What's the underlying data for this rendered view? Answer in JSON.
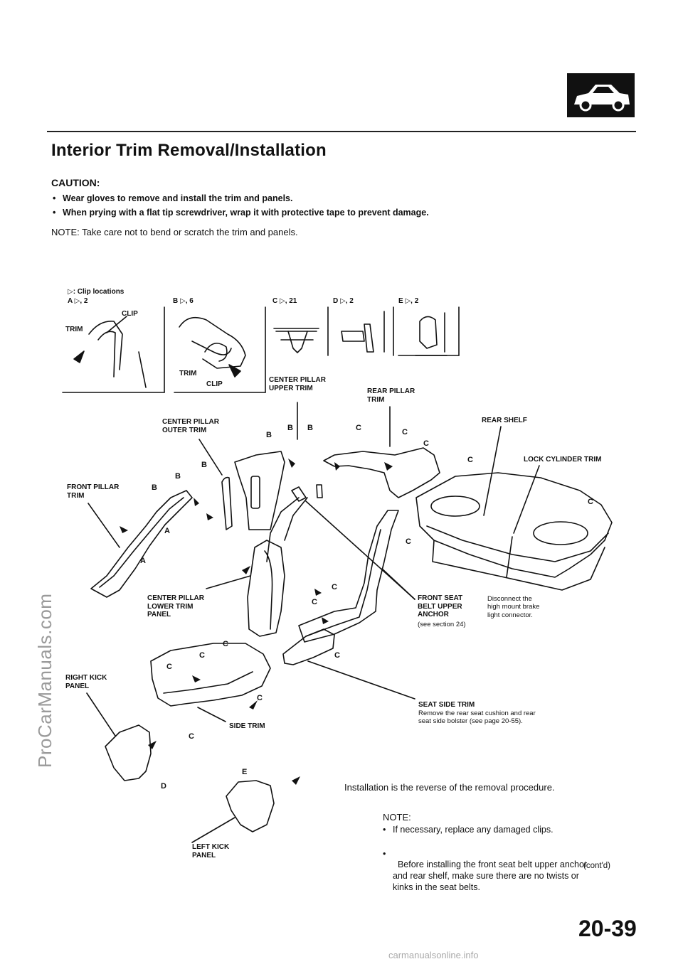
{
  "watermark_side": "ProCarManuals.com",
  "watermark_footer": "carmanualsonline.info",
  "header": {
    "title": "Interior Trim Removal/Installation"
  },
  "caution": {
    "heading": "CAUTION:",
    "items": [
      "Wear gloves to remove and install the trim and panels.",
      "When prying with a flat tip screwdriver, wrap it with protective tape to prevent damage."
    ]
  },
  "note": "NOTE:  Take care not to bend or scratch the trim and panels.",
  "diagram": {
    "clip_legend": "▷: Clip locations",
    "clip_a": "A ▷, 2",
    "clip_b": "B ▷, 6",
    "clip_c": "C ▷, 21",
    "clip_d": "D ▷, 2",
    "clip_e": "E ▷, 2",
    "clip_label": "CLIP",
    "trim_label": "TRIM",
    "center_pillar_upper_trim": "CENTER PILLAR\nUPPER TRIM",
    "rear_pillar_trim": "REAR PILLAR\nTRIM",
    "center_pillar_outer_trim": "CENTER PILLAR\nOUTER TRIM",
    "rear_shelf": "REAR SHELF",
    "lock_cylinder_trim": "LOCK CYLINDER TRIM",
    "front_pillar_trim": "FRONT PILLAR\nTRIM",
    "center_pillar_lower_trim_panel": "CENTER PILLAR\nLOWER TRIM\nPANEL",
    "front_seat_belt_upper_anchor": "FRONT SEAT\nBELT UPPER\nANCHOR",
    "see_section_24": "(see section 24)",
    "disconnect_note": "Disconnect the\nhigh mount brake\nlight connector.",
    "right_kick_panel": "RIGHT KICK\nPANEL",
    "side_trim": "SIDE TRIM",
    "seat_side_trim": "SEAT SIDE TRIM",
    "seat_side_trim_note": "Remove the rear seat cushion and rear\nseat side bolster (see page 20-55).",
    "left_kick_panel": "LEFT KICK\nPANEL",
    "letter_a": "A",
    "letter_b": "B",
    "letter_c": "C",
    "letter_d": "D",
    "letter_e": "E"
  },
  "installation": "Installation is the reverse of the removal procedure.",
  "note2": {
    "heading": "NOTE:",
    "items": [
      "If necessary, replace any damaged clips.",
      "Before installing the front seat belt upper anchor\nand rear shelf, make sure there are no twists or\nkinks in the seat belts."
    ]
  },
  "contd": "(cont'd)",
  "page_number": "20-39"
}
